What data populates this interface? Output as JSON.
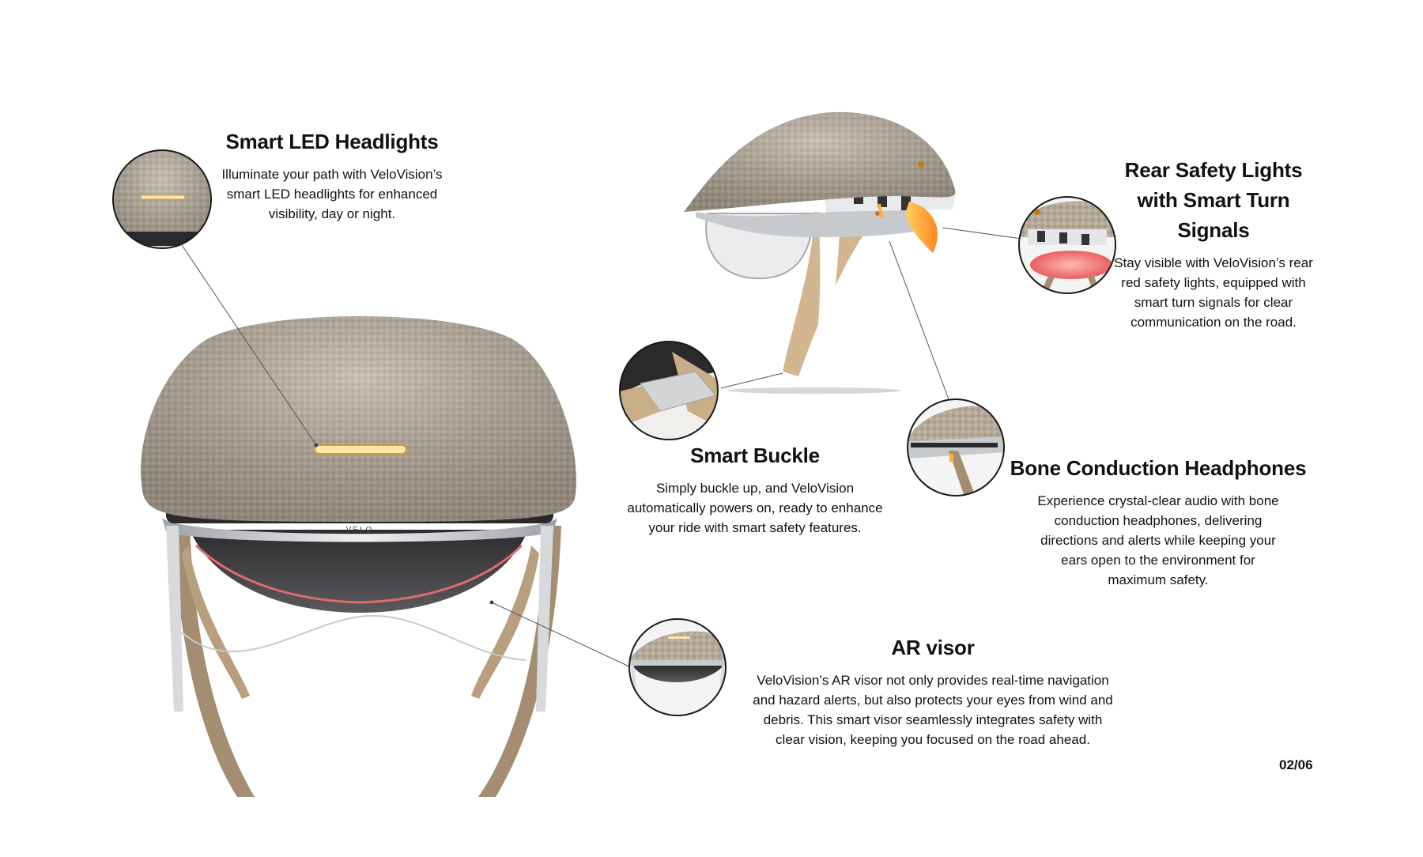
{
  "brand_mark": "VELO",
  "features": {
    "headlights": {
      "title": "Smart LED Headlights",
      "description": "Illuminate your path with VeloVision’s smart LED headlights for enhanced visibility, day or night."
    },
    "rear_lights": {
      "title": "Rear Safety Lights with Smart Turn Signals",
      "description": "Stay visible with VeloVision’s rear red safety lights, equipped with smart turn signals for clear communication on the road."
    },
    "buckle": {
      "title": "Smart Buckle",
      "description": "Simply buckle up, and VeloVision automatically powers on, ready to enhance your ride with smart safety features."
    },
    "headphones": {
      "title": "Bone Conduction Headphones",
      "description": "Experience crystal-clear audio with bone conduction headphones, delivering directions and alerts while keeping your ears open to the environment for maximum safety."
    },
    "visor": {
      "title": "AR visor",
      "description": "VeloVision’s AR visor not only provides real-time navigation and hazard alerts, but also protects your eyes from wind and debris. This smart visor seamlessly integrates safety with clear vision, keeping you focused on the road ahead."
    }
  },
  "page_number": "02/06",
  "colors": {
    "shell": "#b4a998",
    "shell_dark": "#8f8574",
    "strap": "#a48d70",
    "led_warm": "#ffe7a8",
    "rear_amber": "#ff9a2a",
    "rear_red": "#f07070",
    "rim_silver": "#cfd2d5",
    "visor_dark": "#3a3a3c"
  }
}
